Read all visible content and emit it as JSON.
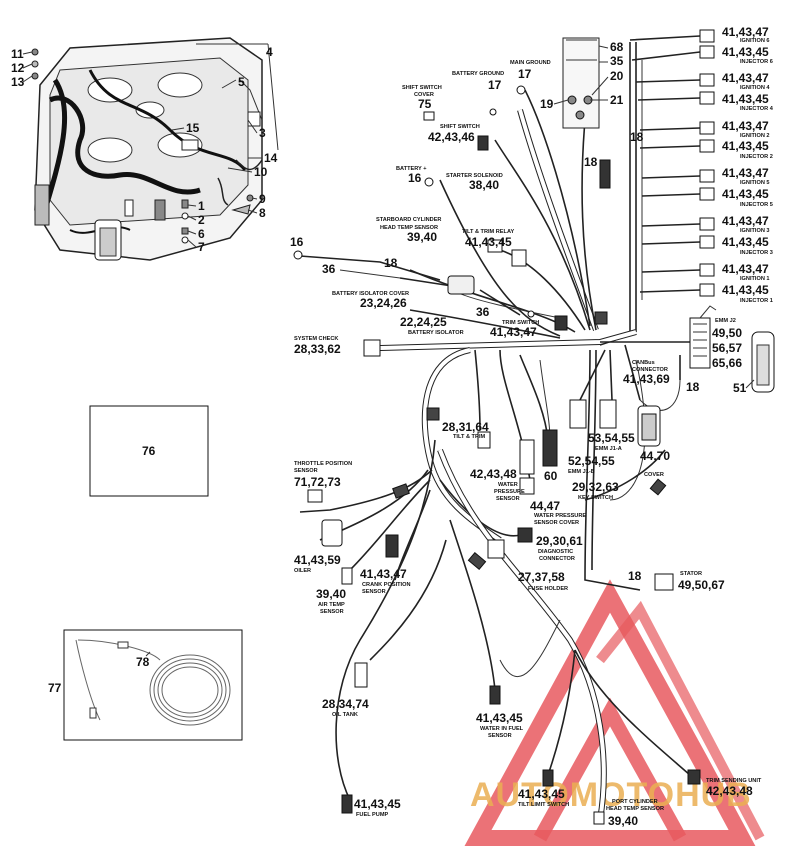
{
  "callouts": {
    "c1": "1",
    "c2": "2",
    "c3": "3",
    "c4": "4",
    "c5": "5",
    "c6": "6",
    "c7": "7",
    "c8": "8",
    "c9": "9",
    "c10": "10",
    "c11": "11",
    "c12": "12",
    "c13": "13",
    "c14": "14",
    "c15": "15",
    "c16a": "16",
    "c16b": "16",
    "c17a": "17",
    "c17b": "17",
    "c18a": "18",
    "c18b": "18",
    "c18c": "18",
    "c18d": "18",
    "c18e": "18",
    "c19": "19",
    "c20": "20",
    "c21": "21",
    "c35": "35",
    "c36a": "36",
    "c36b": "36",
    "c51": "51",
    "c60": "60",
    "c68": "68",
    "c76": "76",
    "c77": "77",
    "c78": "78",
    "ign6": "41,43,47",
    "inj6": "41,43,45",
    "ign4": "41,43,47",
    "inj4": "41,43,45",
    "ign2": "41,43,47",
    "inj2": "41,43,45",
    "ign5": "41,43,47",
    "inj5": "41,43,45",
    "ign3": "41,43,47",
    "inj3": "41,43,45",
    "ign1": "41,43,47",
    "inj1": "41,43,45",
    "shiftswitchcover": "75",
    "shiftswitch": "42,43,46",
    "starter": "38,40",
    "stbdtemp": "39,40",
    "tilttrimrelay": "41,43,45",
    "isocover": "23,24,26",
    "isolator": "22,24,25",
    "trimswitch": "41,43,47",
    "systemcheck": "28,33,62",
    "emmj2a": "49,50",
    "emmj2b": "56,57",
    "emmj2c": "65,66",
    "canbus": "41,43,69",
    "tilttrim": "28,31,64",
    "emmj1a": "53,54,55",
    "emmj1b": "52,54,55",
    "cover": "44,70",
    "waterpress": "42,43,48",
    "wpcover": "44,47",
    "keyswitch": "29,32,63",
    "tps": "71,72,73",
    "oiler": "41,43,59",
    "crank": "41,43,47",
    "airtemp": "39,40",
    "diag": "29,30,61",
    "fuseholder": "27,37,58",
    "stator": "49,50,67",
    "oiltank": "28,34,74",
    "wif": "41,43,45",
    "fuelpump": "41,43,45",
    "tiltlimit": "41,43,45",
    "trimsender": "42,43,48",
    "porttemp": "39,40"
  },
  "labels": {
    "ign6": "IGNITION 6",
    "inj6": "INJECTOR 6",
    "ign4": "IGNITION 4",
    "inj4": "INJECTOR 4",
    "ign2": "IGNITION 2",
    "inj2": "INJECTOR 2",
    "ign5": "IGNITION 5",
    "inj5": "INJECTOR 5",
    "ign3": "IGNITION 3",
    "inj3": "INJECTOR 3",
    "ign1": "IGNITION 1",
    "inj1": "INJECTOR 1",
    "mainground": "MAIN GROUND",
    "batteryground": "BATTERY GROUND",
    "shiftswitchcover1": "SHIFT SWITCH",
    "shiftswitchcover2": "COVER",
    "shiftswitch": "SHIFT SWITCH",
    "batteryplus": "BATTERY +",
    "startersolenoid": "STARTER SOLENOID",
    "stbdtemp1": "STARBOARD CYLINDER",
    "stbdtemp2": "HEAD TEMP SENSOR",
    "tilttrimrelay": "TILT & TRIM RELAY",
    "isocover": "BATTERY ISOLATOR COVER",
    "isolator": "BATTERY ISOLATOR",
    "trimswitch": "TRIM SWITCH",
    "systemcheck": "SYSTEM CHECK",
    "emmj2": "EMM J2",
    "canbus1": "CANBus",
    "canbus2": "CONNECTOR",
    "tilttrim": "TILT & TRIM",
    "emmj1a": "EMM J1-A",
    "emmj1b": "EMM J1-B",
    "cover": "COVER",
    "waterpress1": "WATER",
    "waterpress2": "PRESSURE",
    "waterpress3": "SENSOR",
    "wpcover1": "WATER PRESSURE",
    "wpcover2": "SENSOR COVER",
    "keyswitch": "KEY SWITCH",
    "tps1": "THROTTLE POSITION",
    "tps2": "SENSOR",
    "oiler": "OILER",
    "crank1": "CRANK POSITION",
    "crank2": "SENSOR",
    "airtemp1": "AIR TEMP",
    "airtemp2": "SENSOR",
    "diag1": "DIAGNOSTIC",
    "diag2": "CONNECTOR",
    "fuseholder": "FUSE HOLDER",
    "stator": "STATOR",
    "oiltank": "OIL TANK",
    "wif1": "WATER IN FUEL",
    "wif2": "SENSOR",
    "fuelpump": "FUEL PUMP",
    "tiltlimit": "TILT LIMIT SWITCH",
    "trimsender": "TRIM SENDING UNIT",
    "porttemp1": "PORT CYLINDER",
    "porttemp2": "HEAD TEMP SENSOR"
  },
  "watermark": {
    "text": "AUTOMOTOHUB",
    "color": "#e8a640"
  },
  "colors": {
    "triangle": "#e5484d",
    "ink": "#111111"
  }
}
